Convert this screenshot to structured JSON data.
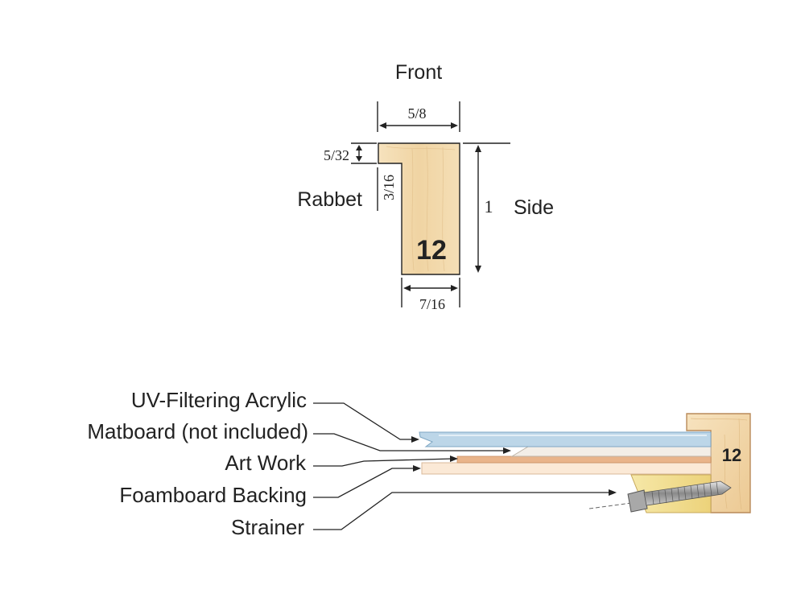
{
  "profile": {
    "front_label": "Front",
    "side_label": "Side",
    "rabbet_label": "Rabbet",
    "profile_number": "12",
    "dimensions": {
      "front_width": "5/8",
      "lip_thickness": "5/32",
      "rabbet_depth": "3/16",
      "height": "1",
      "back_width": "7/16"
    }
  },
  "assembly": {
    "profile_number": "12",
    "layers": [
      {
        "label": "UV-Filtering Acrylic",
        "color": "#b9d4e6"
      },
      {
        "label": "Matboard (not included)",
        "color": "#f2ece4"
      },
      {
        "label": "Art Work",
        "color": "#e8b38a"
      },
      {
        "label": "Foamboard Backing",
        "color": "#fbe7d3"
      },
      {
        "label": "Strainer",
        "color": "#f0d890"
      }
    ]
  },
  "colors": {
    "wood": "#f1d7a9",
    "wood_edge": "#b98a5a",
    "acrylic": "#b9d4e6",
    "screw": "#9a9a9a"
  }
}
